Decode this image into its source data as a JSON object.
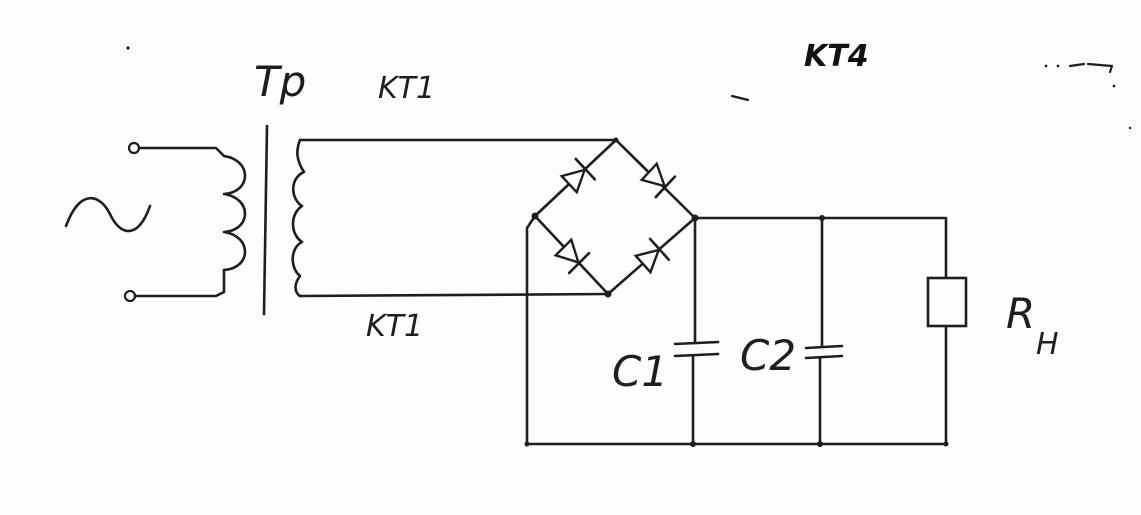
{
  "labels": {
    "transformer": "Tp",
    "secondary_top": "KT1",
    "secondary_bottom": "KT1",
    "corner_mark": "KT4",
    "capacitor_1": "C1",
    "capacitor_2": "C2",
    "load_resistor_main": "R",
    "load_resistor_sub": "H"
  },
  "ac_source_symbol": "~",
  "colors": {
    "ink": "#1e1e1e",
    "paper": "#fdfdfd"
  }
}
